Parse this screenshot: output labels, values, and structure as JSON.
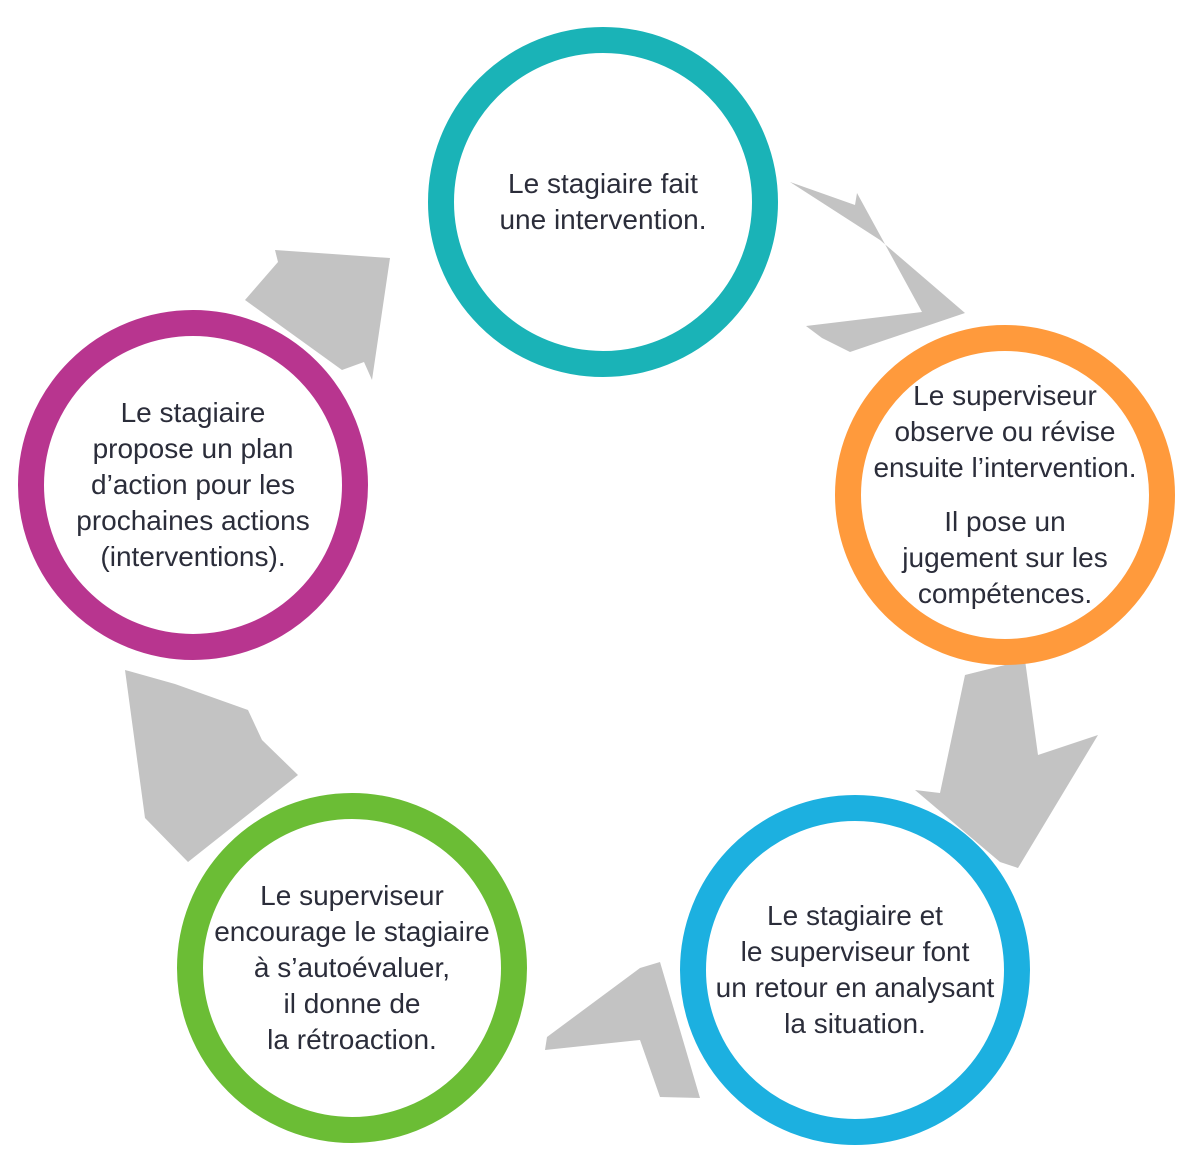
{
  "diagram": {
    "type": "cycle",
    "arrow_color": "#c3c3c3",
    "text_color": "#2b2d3a",
    "steps": [
      {
        "id": "intervention",
        "color": "#1ab3b7",
        "paragraphs": [
          [
            "Le stagiaire fait",
            "une intervention."
          ]
        ]
      },
      {
        "id": "observation",
        "color": "#ff9a3c",
        "paragraphs": [
          [
            "Le superviseur",
            "observe ou révise",
            "ensuite l’intervention."
          ],
          [
            "Il pose un",
            "jugement sur les",
            "compétences."
          ]
        ]
      },
      {
        "id": "retour",
        "color": "#1cb0e0",
        "paragraphs": [
          [
            "Le stagiaire et",
            "le superviseur font",
            "un retour en analysant",
            "la situation."
          ]
        ]
      },
      {
        "id": "autoevaluation",
        "color": "#6bbd35",
        "paragraphs": [
          [
            "Le superviseur",
            "encourage le stagiaire",
            "à s’autoévaluer,",
            "il donne de",
            "la rétroaction."
          ]
        ]
      },
      {
        "id": "plan-action",
        "color": "#b8358f",
        "paragraphs": [
          [
            "Le stagiaire",
            "propose un plan",
            "d’action pour les",
            "prochaines actions",
            "(interventions)."
          ]
        ]
      }
    ]
  }
}
